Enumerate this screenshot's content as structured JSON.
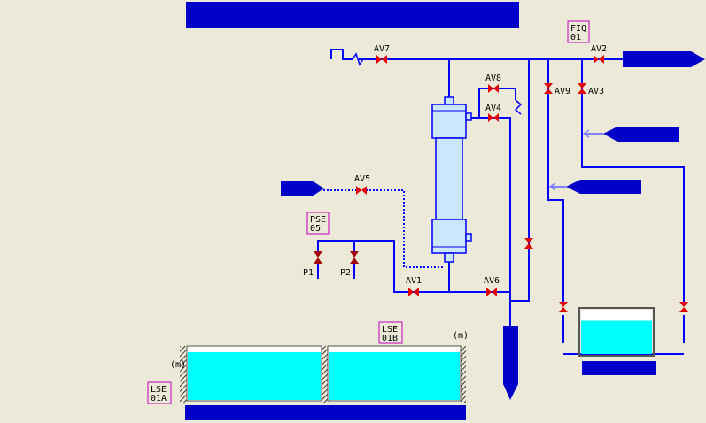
{
  "header": {
    "title": ""
  },
  "bottom_bar": {
    "text": ""
  },
  "arrows": {
    "outlet": "",
    "inlet_upper": "",
    "inlet_mid": "",
    "inlet_left": "",
    "drain": ""
  },
  "colors": {
    "background": "#ece9d8",
    "pipe": "#0000ff",
    "header_fill": "#0000c8",
    "valve": "#e00000",
    "water": "#00ffff",
    "tag_border": "#c000c0",
    "module_fill": "#cce6ff"
  },
  "valves": {
    "av1": "AV1",
    "av2": "AV2",
    "av3": "AV3",
    "av4": "AV4",
    "av5": "AV5",
    "av6": "AV6",
    "av7": "AV7",
    "av8": "AV8",
    "av9": "AV9"
  },
  "pumps": {
    "p1": "P1",
    "p2": "P2"
  },
  "instruments": {
    "fiq01": {
      "line1": "FIQ",
      "line2": "01"
    },
    "pse05": {
      "line1": "PSE",
      "line2": "05"
    },
    "lse01a": {
      "line1": "LSE",
      "line2": "01A"
    },
    "lse01b": {
      "line1": "LSE",
      "line2": "01B"
    }
  },
  "tanks": {
    "tank_a": {
      "unit": "(m)",
      "level": 0.9
    },
    "tank_b": {
      "unit": "(m)",
      "level": 0.9
    },
    "small_tank": {
      "level": 0.75
    }
  }
}
